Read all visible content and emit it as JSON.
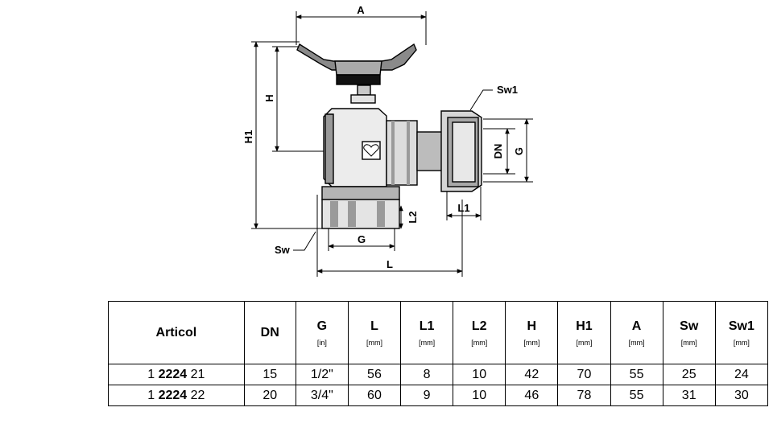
{
  "drawing": {
    "labels": {
      "A": "A",
      "H": "H",
      "H1": "H1",
      "Sw": "Sw",
      "Sw1": "Sw1",
      "G": "G",
      "L": "L",
      "L1": "L1",
      "L2": "L2",
      "DN": "DN"
    }
  },
  "table": {
    "article_header": "Articol",
    "columns": [
      {
        "name": "DN",
        "unit": ""
      },
      {
        "name": "G",
        "unit": "[in]"
      },
      {
        "name": "L",
        "unit": "[mm]"
      },
      {
        "name": "L1",
        "unit": "[mm]"
      },
      {
        "name": "L2",
        "unit": "[mm]"
      },
      {
        "name": "H",
        "unit": "[mm]"
      },
      {
        "name": "H1",
        "unit": "[mm]"
      },
      {
        "name": "A",
        "unit": "[mm]"
      },
      {
        "name": "Sw",
        "unit": "[mm]"
      },
      {
        "name": "Sw1",
        "unit": "[mm]"
      }
    ],
    "rows": [
      {
        "code_prefix": "1",
        "code_bold": "2224",
        "code_suffix": "21",
        "values": [
          "15",
          "1/2\"",
          "56",
          "8",
          "10",
          "42",
          "70",
          "55",
          "25",
          "24"
        ]
      },
      {
        "code_prefix": "1",
        "code_bold": "2224",
        "code_suffix": "22",
        "values": [
          "20",
          "3/4\"",
          "60",
          "9",
          "10",
          "46",
          "78",
          "55",
          "31",
          "30"
        ]
      }
    ]
  }
}
